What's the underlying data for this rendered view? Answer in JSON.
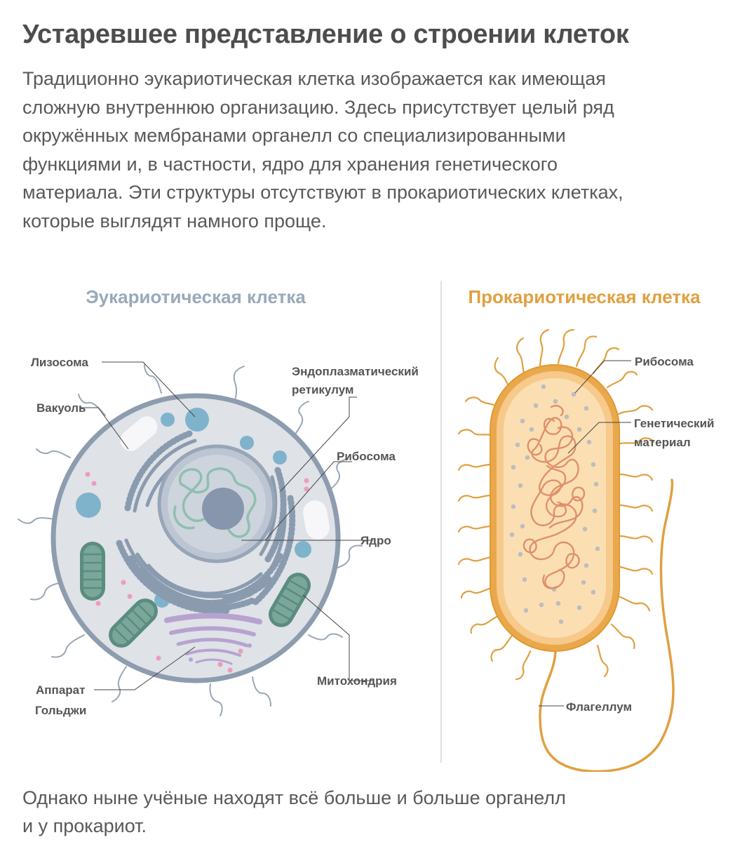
{
  "title": "Устаревшее представление о строении клеток",
  "intro_lines": [
    "Традиционно эукариотическая клетка изображается как имеющая",
    "сложную внутреннюю организацию. Здесь присутствует целый ряд",
    "окружённых мембранами органелл со специализированными",
    "функциями и, в частности, ядро для хранения генетического",
    "материала. Эти структуры отсутствуют в прокариотических клетках,",
    "которые выглядят намного проще."
  ],
  "eukaryote": {
    "heading": "Эукариотическая клетка",
    "heading_color": "#9aa8ba",
    "labels": {
      "lysosome": "Лизосома",
      "vacuole": "Вакуоль",
      "er_line1": "Эндоплазматический",
      "er_line2": "ретикулум",
      "ribosome": "Рибосома",
      "nucleus": "Ядро",
      "mitochondrion": "Митохондрия",
      "golgi_line1": "Аппарат",
      "golgi_line2": "Гольджи"
    }
  },
  "prokaryote": {
    "heading": "Прокариотическая клетка",
    "heading_color": "#e0a040",
    "labels": {
      "ribosome": "Рибосома",
      "genetic_line1": "Генетический",
      "genetic_line2": "материал",
      "flagellum": "Флагеллум"
    }
  },
  "outro_lines": [
    "Однако ныне учёные находят всё больше и больше органелл",
    "и у прокариот."
  ],
  "colors": {
    "cell_fill": "#dfe2e7",
    "cell_membrane": "#8e9caf",
    "organelle_blue": "#7fb3cc",
    "er_color": "#8a9bb0",
    "chromatin": "#8fbfae",
    "nucleolus": "#8796ad",
    "mitochondrion": "#5b8c80",
    "golgi": "#b7a3cf",
    "pink_dot": "#ef9ac0",
    "pro_wall": "#e0a040",
    "pro_inner": "#fbdfb3",
    "pro_dna": "#e0906a",
    "pro_ribosome": "#bdbdbd"
  }
}
